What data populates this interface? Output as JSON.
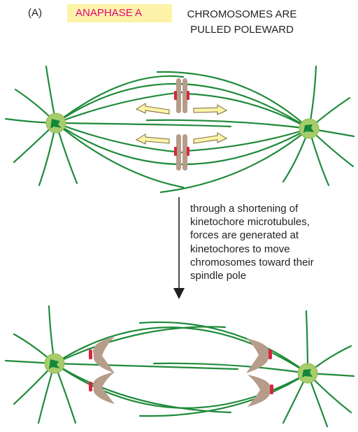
{
  "panel": {
    "label": "(A)",
    "phase": "ANAPHASE A",
    "heading_lines": [
      "CHROMOSOMES ARE",
      "PULLED POLEWARD"
    ]
  },
  "caption_lines": [
    "through a shortening of",
    "kinetochore microtubules,",
    "forces are generated at",
    "kinetochores to move",
    "chromosomes toward their",
    "spindle pole"
  ],
  "colors": {
    "phase_highlight": "#fdf3a8",
    "phase_text": "#e6007e",
    "microtubule": "#1f8a3a",
    "aster": "#a7cc6a",
    "centrosome": "#12873c",
    "chromosome": "#b69c8a",
    "kinetochore": "#d7263d"
  }
}
